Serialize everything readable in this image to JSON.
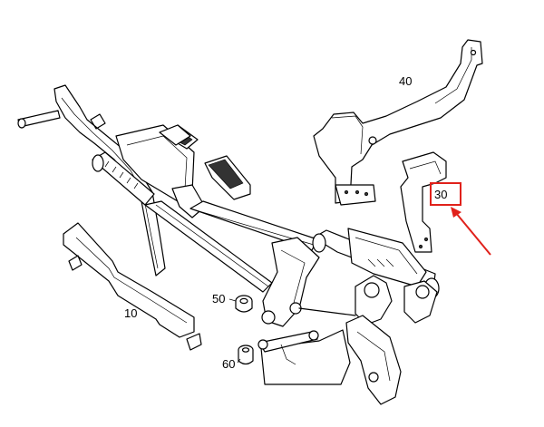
{
  "callouts": {
    "part_10": "10",
    "part_30": "30",
    "part_40": "40",
    "part_50": "50",
    "part_60": "60"
  },
  "highlight": {
    "target": "30",
    "color": "#e0211b"
  }
}
